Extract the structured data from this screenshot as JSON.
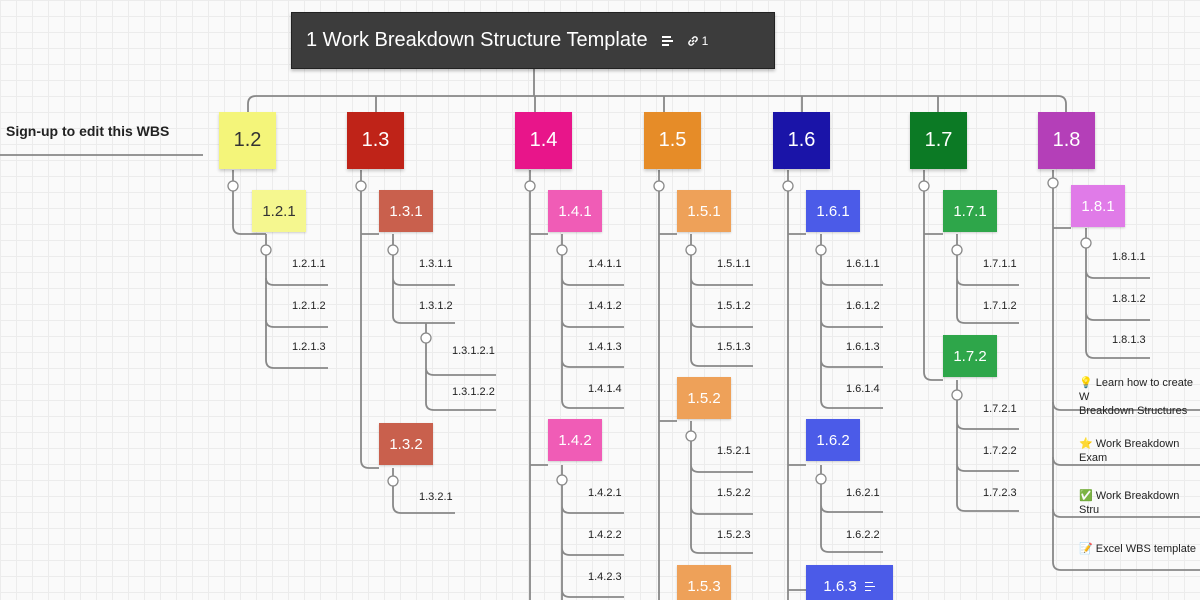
{
  "root": {
    "title": "1 Work Breakdown Structure Template",
    "link_count": "1"
  },
  "signup": "Sign-up to edit this WBS",
  "colors": {
    "root": "#3c3c3c",
    "line": "#888888",
    "c12": "#f4f57a",
    "c121": "#f5f78f",
    "c13": "#bf2318",
    "c13s": "#c9604d",
    "c14": "#e8158a",
    "c14s": "#f05cb6",
    "c15": "#e68c28",
    "c15s": "#eea159",
    "c16": "#1a14a8",
    "c16s": "#4b5be8",
    "c17": "#0c7a25",
    "c17s": "#2ea64a",
    "c18": "#b43fb8",
    "c18s": "#e07be8"
  },
  "branches": {
    "b12": {
      "label": "1.2",
      "s1": {
        "label": "1.2.1",
        "leaves": [
          "1.2.1.1",
          "1.2.1.2",
          "1.2.1.3"
        ]
      }
    },
    "b13": {
      "label": "1.3",
      "s1": {
        "label": "1.3.1",
        "leaves": [
          "1.3.1.1",
          "1.3.1.2"
        ],
        "sub": [
          "1.3.1.2.1",
          "1.3.1.2.2"
        ]
      },
      "s2": {
        "label": "1.3.2",
        "leaves": [
          "1.3.2.1"
        ]
      }
    },
    "b14": {
      "label": "1.4",
      "s1": {
        "label": "1.4.1",
        "leaves": [
          "1.4.1.1",
          "1.4.1.2",
          "1.4.1.3",
          "1.4.1.4"
        ]
      },
      "s2": {
        "label": "1.4.2",
        "leaves": [
          "1.4.2.1",
          "1.4.2.2",
          "1.4.2.3"
        ]
      }
    },
    "b15": {
      "label": "1.5",
      "s1": {
        "label": "1.5.1",
        "leaves": [
          "1.5.1.1",
          "1.5.1.2",
          "1.5.1.3"
        ]
      },
      "s2": {
        "label": "1.5.2",
        "leaves": [
          "1.5.2.1",
          "1.5.2.2",
          "1.5.2.3"
        ]
      },
      "s3": {
        "label": "1.5.3"
      }
    },
    "b16": {
      "label": "1.6",
      "s1": {
        "label": "1.6.1",
        "leaves": [
          "1.6.1.1",
          "1.6.1.2",
          "1.6.1.3",
          "1.6.1.4"
        ]
      },
      "s2": {
        "label": "1.6.2",
        "leaves": [
          "1.6.2.1",
          "1.6.2.2"
        ]
      },
      "s3": {
        "label": "1.6.3"
      }
    },
    "b17": {
      "label": "1.7",
      "s1": {
        "label": "1.7.1",
        "leaves": [
          "1.7.1.1",
          "1.7.1.2"
        ]
      },
      "s2": {
        "label": "1.7.2",
        "leaves": [
          "1.7.2.1",
          "1.7.2.2",
          "1.7.2.3"
        ]
      }
    },
    "b18": {
      "label": "1.8",
      "s1": {
        "label": "1.8.1",
        "leaves": [
          "1.8.1.1",
          "1.8.1.2",
          "1.8.1.3"
        ]
      },
      "links": [
        {
          "emoji": "💡",
          "line1": "Learn how to create W",
          "line2": "Breakdown Structures"
        },
        {
          "emoji": "⭐",
          "line1": "Work Breakdown Exam"
        },
        {
          "emoji": "✅",
          "line1": "Work Breakdown Stru"
        },
        {
          "emoji": "📝",
          "line1": "Excel WBS template"
        }
      ]
    }
  }
}
